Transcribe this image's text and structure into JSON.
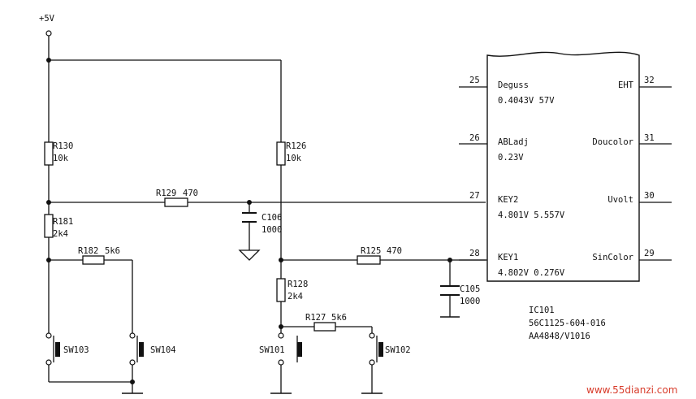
{
  "supply": "+5V",
  "resistors": {
    "r130": {
      "ref": "R130",
      "val": "10k"
    },
    "r126": {
      "ref": "R126",
      "val": "10k"
    },
    "r129": {
      "ref": "R129",
      "val": "470"
    },
    "r181": {
      "ref": "R181",
      "val": "2k4"
    },
    "r182": {
      "ref": "R182",
      "val": "5k6"
    },
    "r125": {
      "ref": "R125",
      "val": "470"
    },
    "r128": {
      "ref": "R128",
      "val": "2k4"
    },
    "r127": {
      "ref": "R127",
      "val": "5k6"
    }
  },
  "capacitors": {
    "c106": {
      "ref": "C106",
      "val": "1000"
    },
    "c105": {
      "ref": "C105",
      "val": "1000"
    }
  },
  "switches": {
    "sw103": "SW103",
    "sw104": "SW104",
    "sw101": "SW101",
    "sw102": "SW102"
  },
  "ic": {
    "ref": "IC101",
    "part1": "56C1125-604-016",
    "part2": "AA4848/V1016",
    "pins_left": [
      {
        "num": "25",
        "name": "Deguss",
        "voltage": "0.4043V  57V"
      },
      {
        "num": "26",
        "name": "ABLadj",
        "voltage": "0.23V"
      },
      {
        "num": "27",
        "name": "KEY2",
        "voltage": "4.801V  5.557V"
      },
      {
        "num": "28",
        "name": "KEY1",
        "voltage": "4.802V  0.276V"
      }
    ],
    "pins_right": [
      {
        "num": "32",
        "name": "EHT"
      },
      {
        "num": "31",
        "name": "Doucolor"
      },
      {
        "num": "30",
        "name": "Uvolt"
      },
      {
        "num": "29",
        "name": "SinColor"
      }
    ]
  },
  "watermark": "www.55dianzi.com"
}
